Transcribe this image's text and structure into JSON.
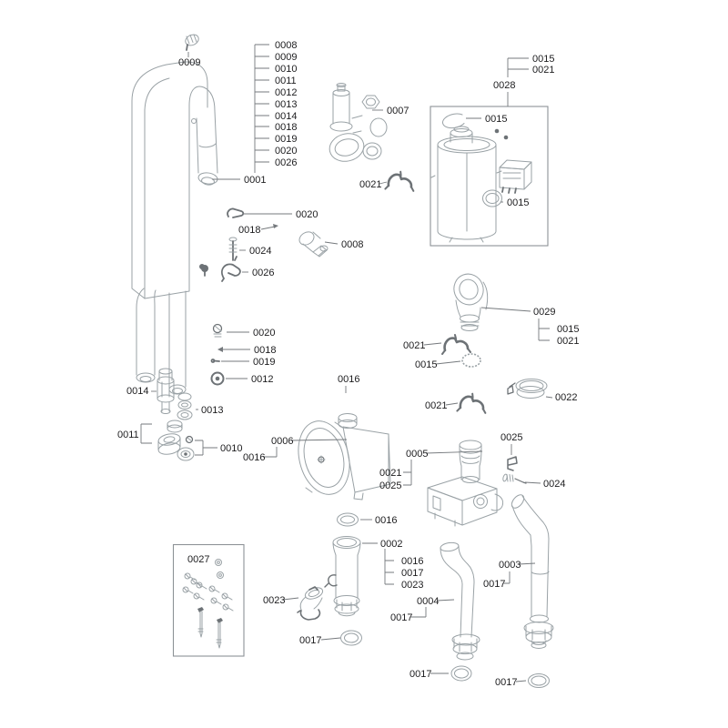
{
  "figure": {
    "type": "exploded-parts-diagram",
    "background": "#ffffff",
    "colors": {
      "part_line": "#9aa2a6",
      "dark_part_line": "#6d7276",
      "leader_line": "#75797d",
      "label_text": "#1d1d1f",
      "box_border": "#8d9296"
    }
  },
  "callouts": [
    {
      "name": "list-0008",
      "text": "0008"
    },
    {
      "name": "list-0009",
      "text": "0009"
    },
    {
      "name": "list-0010",
      "text": "0010"
    },
    {
      "name": "list-0011",
      "text": "0011"
    },
    {
      "name": "list-0012",
      "text": "0012"
    },
    {
      "name": "list-0013",
      "text": "0013"
    },
    {
      "name": "list-0014",
      "text": "0014"
    },
    {
      "name": "list-0018",
      "text": "0018"
    },
    {
      "name": "list-0019",
      "text": "0019"
    },
    {
      "name": "list-0020",
      "text": "0020"
    },
    {
      "name": "list-0026",
      "text": "0026"
    },
    {
      "name": "heat-exchanger",
      "text": "0001"
    },
    {
      "name": "vent-plug",
      "text": "0009"
    },
    {
      "name": "gas-valve",
      "text": "0007"
    },
    {
      "name": "clip-a",
      "text": "0021"
    },
    {
      "name": "kit-b-item-1",
      "text": "0015"
    },
    {
      "name": "kit-b-item-2",
      "text": "0021"
    },
    {
      "name": "kit-b",
      "text": "0028"
    },
    {
      "name": "kit-b-oring-top",
      "text": "0015"
    },
    {
      "name": "kit-b-oring-bottom",
      "text": "0015"
    },
    {
      "name": "clip-small",
      "text": "0020"
    },
    {
      "name": "pin-a",
      "text": "0018"
    },
    {
      "name": "screw-a",
      "text": "0024"
    },
    {
      "name": "sensor",
      "text": "0008"
    },
    {
      "name": "wire-clip",
      "text": "0026"
    },
    {
      "name": "screw-b",
      "text": "0020"
    },
    {
      "name": "pin-b",
      "text": "0018"
    },
    {
      "name": "pin-c",
      "text": "0019"
    },
    {
      "name": "grommet",
      "text": "0012"
    },
    {
      "name": "fitting-a",
      "text": "0014"
    },
    {
      "name": "ring-stack",
      "text": "0013"
    },
    {
      "name": "fitting-b",
      "text": "0011"
    },
    {
      "name": "fitting-c",
      "text": "0010"
    },
    {
      "name": "pump",
      "text": "0006"
    },
    {
      "name": "pump-gasket",
      "text": "0016"
    },
    {
      "name": "pump-oring",
      "text": "0016"
    },
    {
      "name": "elbow",
      "text": "0029"
    },
    {
      "name": "elbow-item-1",
      "text": "0015"
    },
    {
      "name": "elbow-item-2",
      "text": "0021"
    },
    {
      "name": "clip-b",
      "text": "0021"
    },
    {
      "name": "oring-a",
      "text": "0015"
    },
    {
      "name": "clamp",
      "text": "0022"
    },
    {
      "name": "clip-c",
      "text": "0021"
    },
    {
      "name": "diverter-valve",
      "text": "0005"
    },
    {
      "name": "valve-item-1",
      "text": "0021"
    },
    {
      "name": "valve-item-2",
      "text": "0025"
    },
    {
      "name": "clip-d",
      "text": "0025"
    },
    {
      "name": "screw-c",
      "text": "0024"
    },
    {
      "name": "oring-b",
      "text": "0016"
    },
    {
      "name": "pipe-a",
      "text": "0002"
    },
    {
      "name": "pipe-a-item-1",
      "text": "0016"
    },
    {
      "name": "pipe-a-item-2",
      "text": "0017"
    },
    {
      "name": "pipe-a-item-3",
      "text": "0023"
    },
    {
      "name": "elbow-fitting",
      "text": "0023"
    },
    {
      "name": "oring-c",
      "text": "0017"
    },
    {
      "name": "pipe-c",
      "text": "0003"
    },
    {
      "name": "pipe-c-washer",
      "text": "0017"
    },
    {
      "name": "pipe-b",
      "text": "0004"
    },
    {
      "name": "pipe-b-washer",
      "text": "0017"
    },
    {
      "name": "oring-d",
      "text": "0017"
    },
    {
      "name": "oring-e",
      "text": "0017"
    },
    {
      "name": "hardware-kit",
      "text": "0027"
    }
  ]
}
